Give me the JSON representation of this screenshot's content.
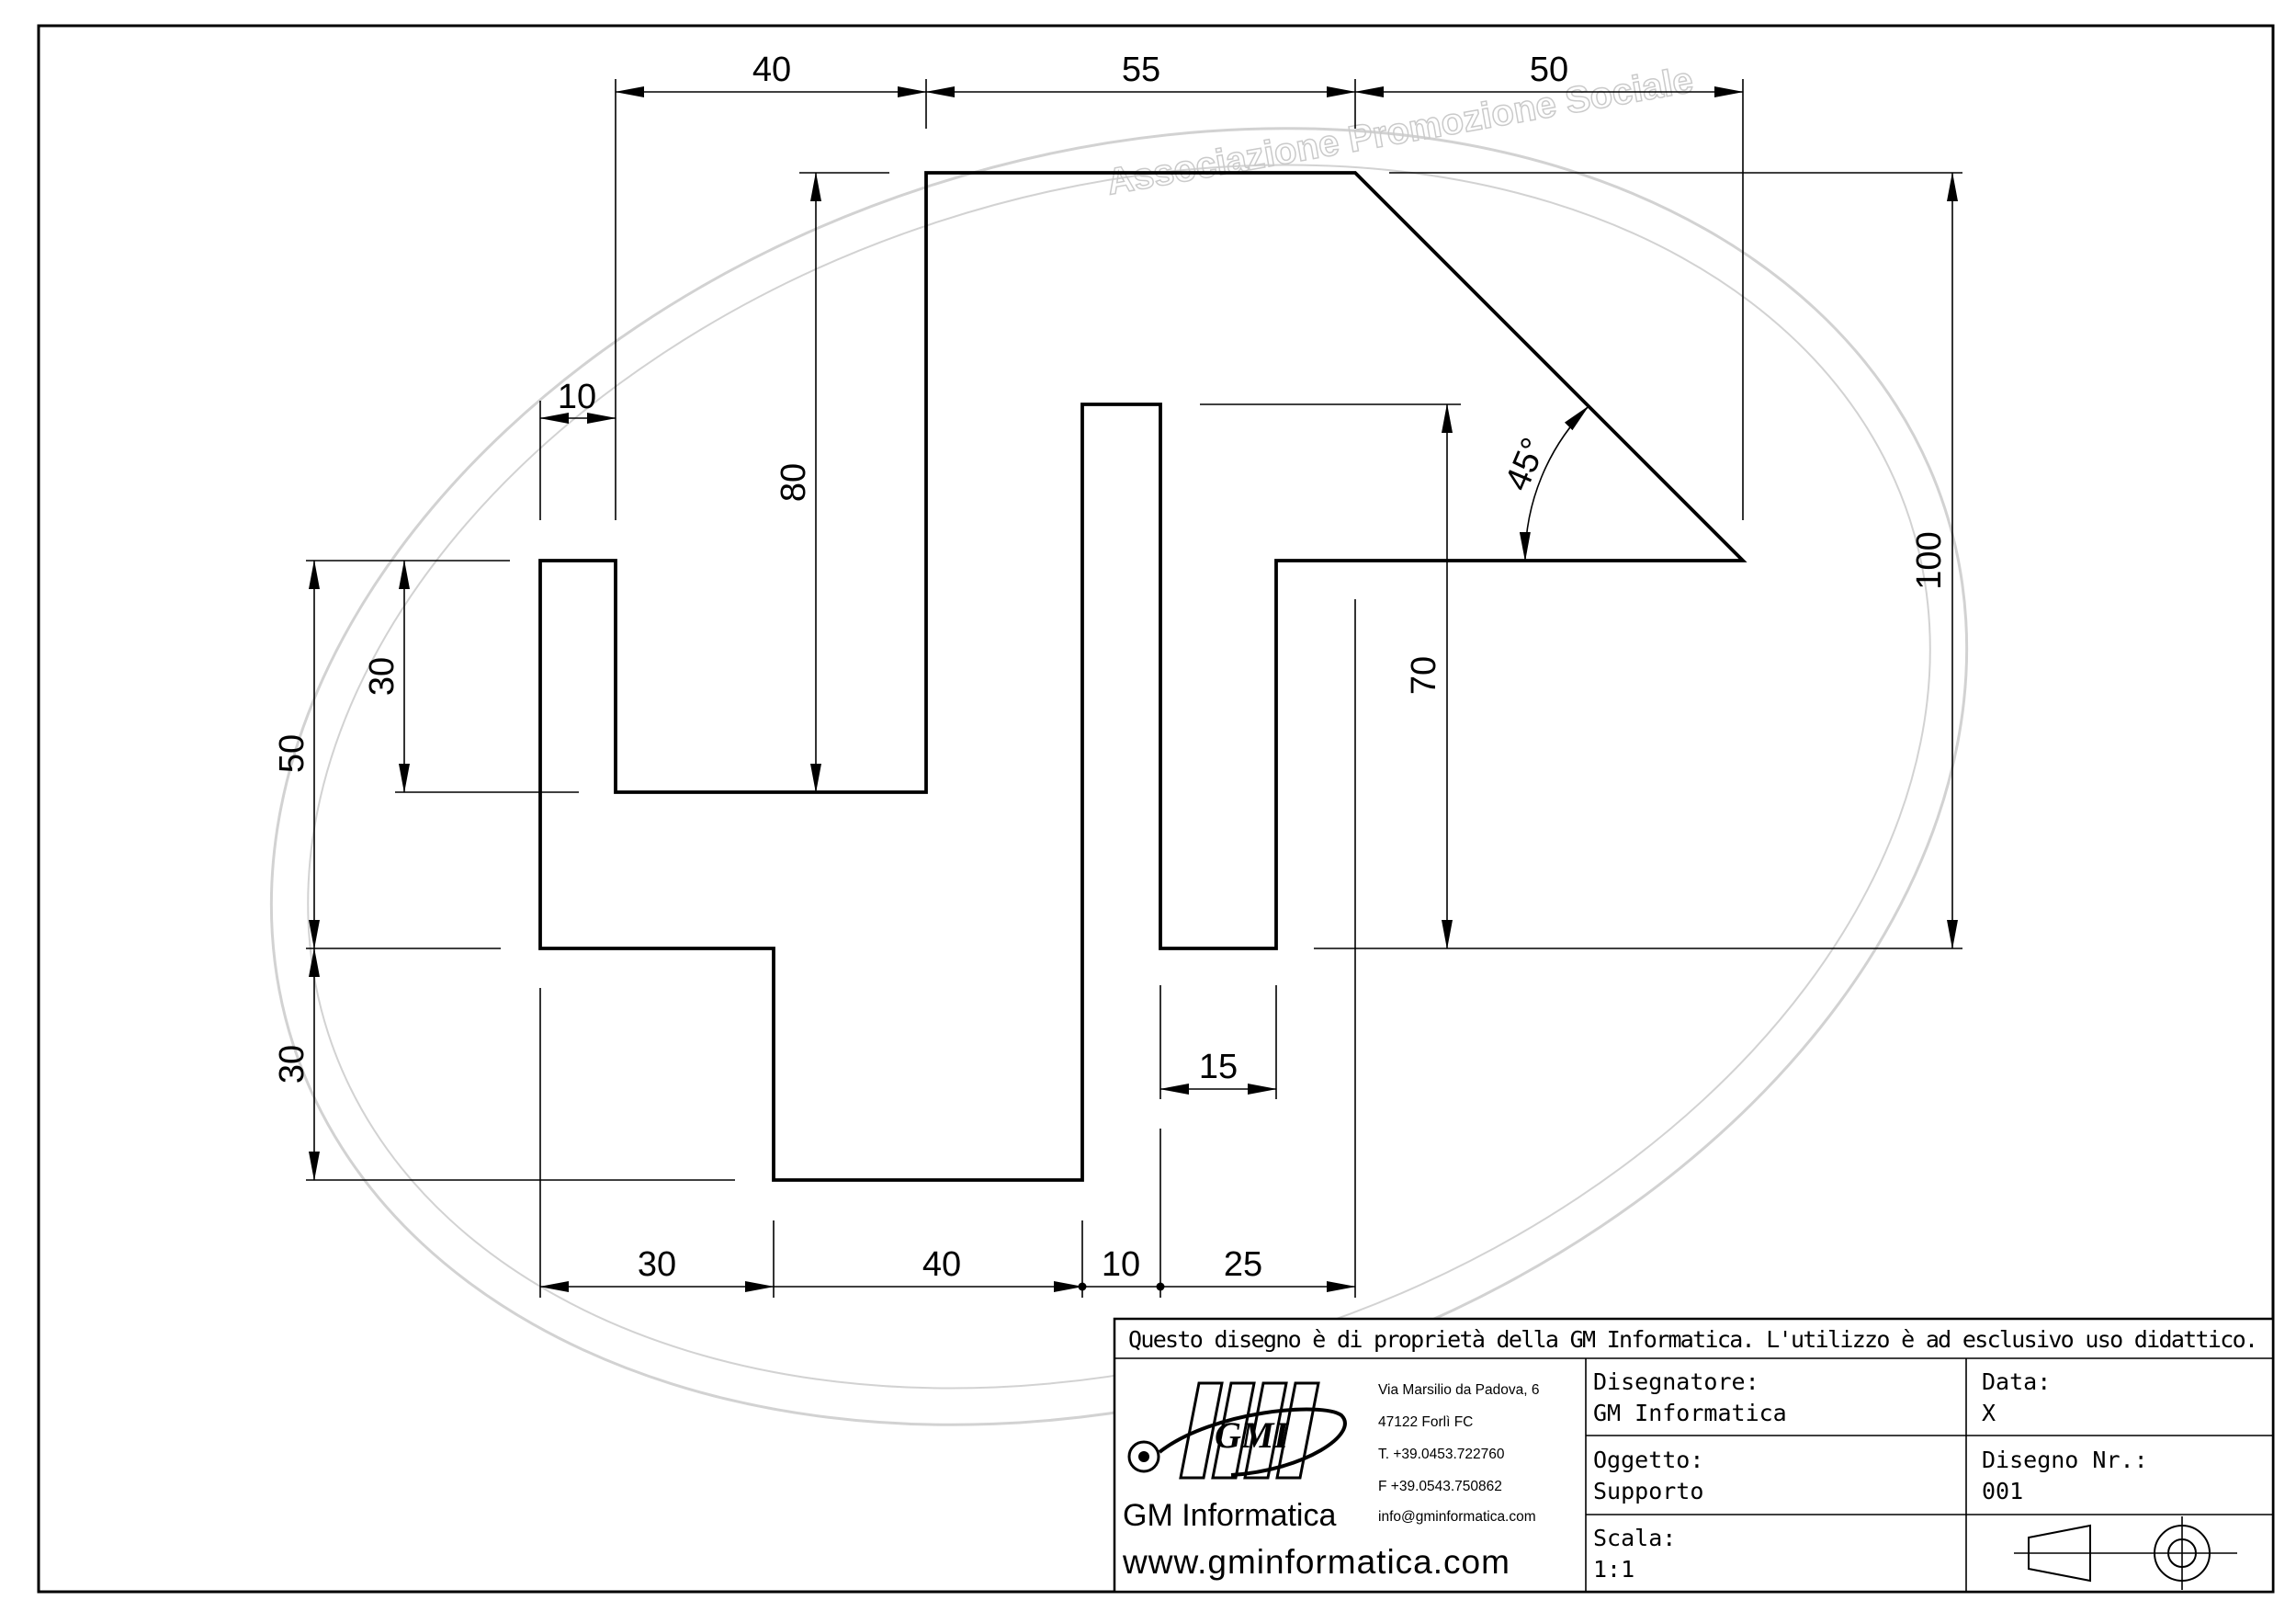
{
  "drawing": {
    "dimensions": {
      "top_40": "40",
      "top_55": "55",
      "top_50": "50",
      "left_10": "10",
      "v_80": "80",
      "v_100": "100",
      "v_70": "70",
      "angle": "45°",
      "left_30_upper": "30",
      "left_50": "50",
      "left_30_lower": "30",
      "slot_15": "15",
      "bottom_30": "30",
      "bottom_40": "40",
      "bottom_10": "10",
      "bottom_25": "25"
    }
  },
  "watermark": {
    "text": "Associazione Promozione Sociale"
  },
  "title_block": {
    "notice": "Questo disegno è di proprietà della GM Informatica. L'utilizzo è ad esclusivo uso didattico.",
    "logo_text": "GMI",
    "company": "GM Informatica",
    "website": "www.gminformatica.com",
    "address_lines": [
      "Via Marsilio da Padova, 6",
      "47122  Forlì  FC",
      "T. +39.0453.722760",
      "F +39.0543.750862",
      "info@gminformatica.com"
    ],
    "designer_label": "Disegnatore:",
    "designer_value": "GM  Informatica",
    "date_label": "Data:",
    "date_value": "X",
    "object_label": "Oggetto:",
    "object_value": "Supporto",
    "drawing_no_label": "Disegno  Nr.:",
    "drawing_no_value": "001",
    "scale_label": "Scala:",
    "scale_value": "1:1"
  }
}
